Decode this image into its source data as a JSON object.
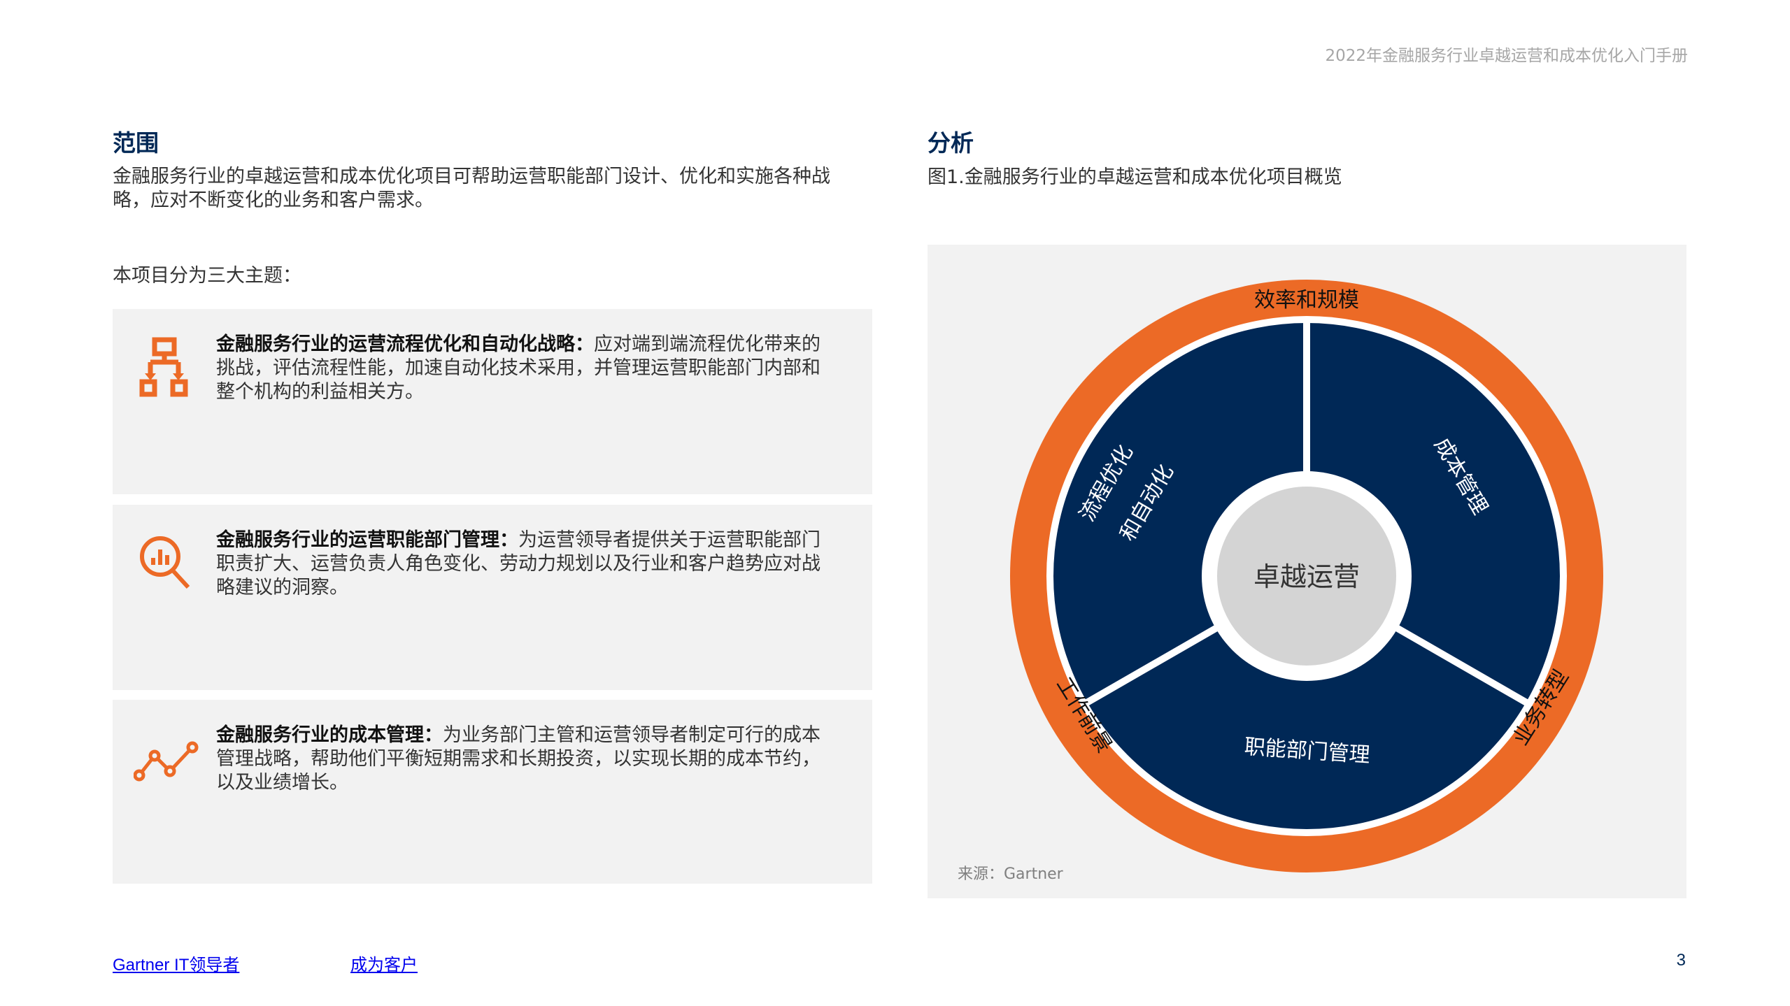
{
  "header": {
    "doc_title": "2022年金融服务行业卓越运营和成本优化入门手册"
  },
  "scope": {
    "title": "范围",
    "intro": "金融服务行业的卓越运营和成本优化项目可帮助运营职能部门设计、优化和实施各种战略，应对不断变化的业务和客户需求。",
    "themes_label": "本项目分为三大主题：",
    "cards": [
      {
        "icon": "process-flow-icon",
        "title": "金融服务行业的运营流程优化和自动化战略：",
        "body": "应对端到端流程优化带来的挑战，评估流程性能，加速自动化技术采用，并管理运营职能部门内部和整个机构的利益相关方。"
      },
      {
        "icon": "analytics-search-icon",
        "title": "金融服务行业的运营职能部门管理：",
        "body": "为运营领导者提供关于运营职能部门职责扩大、运营负责人角色变化、劳动力规划以及行业和客户趋势应对战略建议的洞察。"
      },
      {
        "icon": "trend-line-icon",
        "title": "金融服务行业的成本管理：",
        "body": "为业务部门主管和运营领导者制定可行的成本管理战略，帮助他们平衡短期需求和长期投资，以实现长期的成本节约，以及业绩增长。"
      }
    ]
  },
  "analysis": {
    "title": "分析",
    "caption": "图1.金融服务行业的卓越运营和成本优化项目概览",
    "diagram": {
      "center": "卓越运营",
      "outer_labels": {
        "top": "效率和规模",
        "left": "工作前景",
        "right": "业务转型"
      },
      "segments": {
        "left_line1": "流程优化",
        "left_line2": "和自动化",
        "right": "成本管理",
        "bottom": "职能部门管理"
      },
      "colors": {
        "outer": "#ec6a26",
        "segment": "#002856",
        "center": "#d4d4d4"
      }
    },
    "source": "来源：Gartner"
  },
  "footer": {
    "link1": "Gartner IT领导者",
    "link2": "成为客户",
    "page": "3"
  }
}
